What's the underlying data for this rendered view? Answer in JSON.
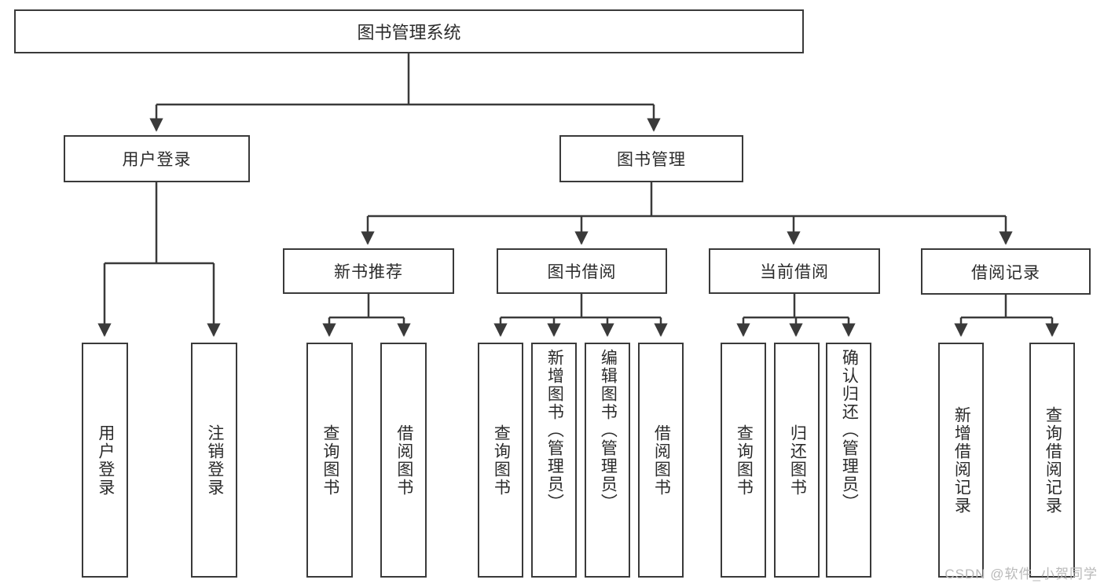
{
  "diagram": {
    "type": "tree",
    "title": "图书管理系统",
    "root": {
      "label": "图书管理系统"
    },
    "level2": [
      {
        "id": "user-login",
        "label": "用户登录"
      },
      {
        "id": "book-manage",
        "label": "图书管理"
      }
    ],
    "level3": [
      {
        "id": "new-book-recommend",
        "label": "新书推荐"
      },
      {
        "id": "book-borrow",
        "label": "图书借阅"
      },
      {
        "id": "current-borrow",
        "label": "当前借阅"
      },
      {
        "id": "borrow-record",
        "label": "借阅记录"
      }
    ],
    "leaves": {
      "user_login": [
        {
          "label": "用户登录"
        },
        {
          "label": "注销登录"
        }
      ],
      "new_book_recommend": [
        {
          "label": "查询图书"
        },
        {
          "label": "借阅图书"
        }
      ],
      "book_borrow": [
        {
          "label": "查询图书"
        },
        {
          "label": "新增图书（管理员）"
        },
        {
          "label": "编辑图书（管理员）"
        },
        {
          "label": "借阅图书"
        }
      ],
      "current_borrow": [
        {
          "label": "查询图书"
        },
        {
          "label": "归还图书"
        },
        {
          "label": "确认归还（管理员）"
        }
      ],
      "borrow_record": [
        {
          "label": "新增借阅记录"
        },
        {
          "label": "查询借阅记录"
        }
      ]
    },
    "watermark": "CSDN @软件_小贺同学",
    "colors": {
      "border": "#3a3a3a",
      "text": "#2b2b2b",
      "background": "#ffffff",
      "watermark": "#b9b9b9"
    }
  }
}
